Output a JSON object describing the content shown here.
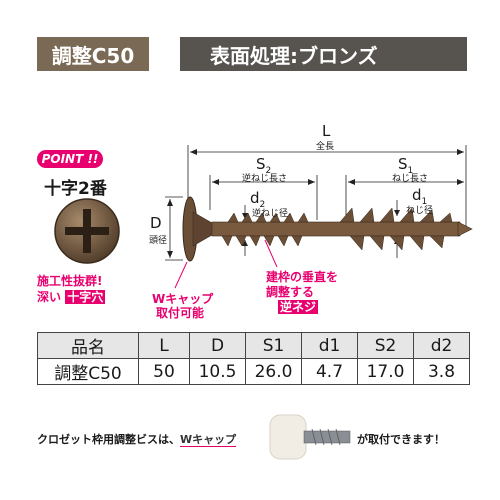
{
  "header": {
    "model": "調整C50",
    "finish": "表面処理:ブロンズ"
  },
  "point": {
    "badge": "POINT !!",
    "drive": "十字2番",
    "feature_line1": "施工性抜群!",
    "feature_line2_prefix": "深い",
    "feature_line2_box": "十字穴",
    "wcap_line1": "Wキャップ",
    "wcap_line2": "取付可能",
    "frame_line1": "建枠の垂直を",
    "frame_line2": "調整する",
    "frame_box": "逆ネジ"
  },
  "dims": {
    "L": "L",
    "L_sub": "全長",
    "S2": "S",
    "S2_idx": "2",
    "S2_sub": "逆ねじ長さ",
    "S1": "S",
    "S1_idx": "1",
    "S1_sub": "ねじ長さ",
    "d2": "d",
    "d2_idx": "2",
    "d2_sub": "逆ねじ径",
    "d1": "d",
    "d1_idx": "1",
    "d1_sub": "ねじ径",
    "D": "D",
    "D_sub": "頭径"
  },
  "table": {
    "headers": [
      "品名",
      "L",
      "D",
      "S1",
      "d1",
      "S2",
      "d2"
    ],
    "row": [
      "調整C50",
      "50",
      "10.5",
      "26.0",
      "4.7",
      "17.0",
      "3.8"
    ]
  },
  "footer": {
    "prefix": "クロゼット枠用調整ビスは、",
    "wcap": "Wキャップ",
    "suffix": "が取付できます！"
  },
  "colors": {
    "accent": "#e8006f",
    "badge_brown": "#7a6a55",
    "badge_gray": "#57534f",
    "screw": "#6b4e36"
  }
}
